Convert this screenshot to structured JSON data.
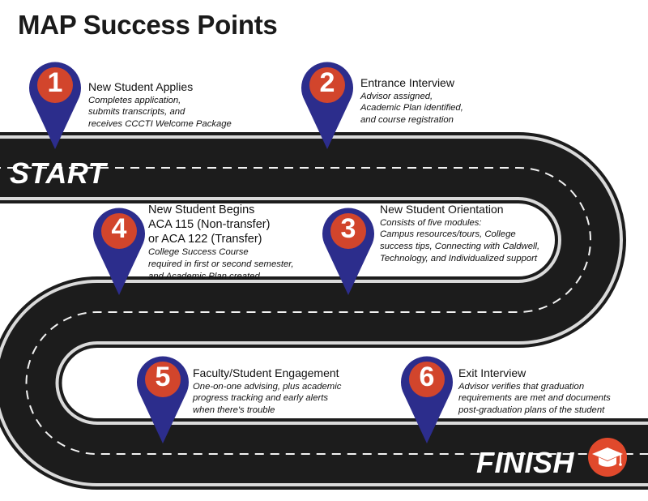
{
  "title": "MAP Success Points",
  "road": {
    "start_label": "START",
    "finish_label": "FINISH"
  },
  "colors": {
    "pin_blue": "#2c2d8c",
    "pin_red": "#d2452c",
    "road": "#1c1c1c",
    "cap_red": "#e0492c"
  },
  "icons": {
    "finish": "graduation-cap-icon"
  },
  "steps": [
    {
      "number": "1",
      "title": "New Student Applies",
      "description": [
        "Completes application,",
        "submits transcripts, and",
        "receives CCCTI Welcome Package"
      ]
    },
    {
      "number": "2",
      "title": "Entrance Interview",
      "description": [
        "Advisor assigned,",
        "Academic Plan identified,",
        "and course registration"
      ]
    },
    {
      "number": "3",
      "title": "New Student Orientation",
      "description": [
        "Consists of five modules:",
        "Campus resources/tours, College",
        "success tips, Connecting with Caldwell,",
        "Technology, and Individualized support"
      ]
    },
    {
      "number": "4",
      "title_lines": [
        "New Student Begins",
        "ACA 115 (Non-transfer)",
        "or ACA 122 (Transfer)"
      ],
      "description": [
        "College Success Course",
        "required in first or second semester,",
        "and Academic Plan created"
      ]
    },
    {
      "number": "5",
      "title": "Faculty/Student Engagement",
      "description": [
        "One-on-one advising, plus academic",
        "progress tracking and early alerts",
        "when there's trouble"
      ]
    },
    {
      "number": "6",
      "title": "Exit Interview",
      "description": [
        "Advisor verifies that graduation",
        "requirements are met and documents",
        "post-graduation plans of the student"
      ]
    }
  ]
}
